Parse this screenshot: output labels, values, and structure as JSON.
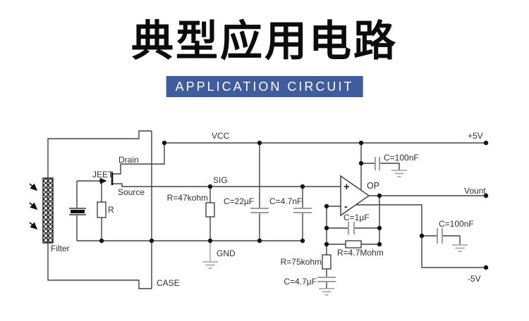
{
  "header": {
    "title": "典型应用电路",
    "subtitle": "APPLICATION CIRCUIT",
    "banner_color": "#3e5c9e",
    "title_color": "#0c0c0c"
  },
  "circuit": {
    "colors": {
      "wire": "#424242",
      "passive": "#9e9e9e",
      "junction": "#151515"
    },
    "power": {
      "vcc": "VCC",
      "pos_rail": "+5V",
      "neg_rail": "-5V"
    },
    "signals": {
      "sig": "SIG",
      "gnd": "GND",
      "case": "CASE",
      "output": "Vount"
    },
    "sensor": {
      "filter": "Filter",
      "transistor": "JEET",
      "drain": "Drain",
      "source": "Source",
      "internal_resistor": "R"
    },
    "opamp": {
      "name": "OP",
      "plus": "+",
      "minus": "-"
    },
    "components": {
      "r_source": "R=47kohm",
      "c_vcc": "C=22µF",
      "c_sig": "C=4.7nF",
      "c_decouple_pos": "C=100nF",
      "c_feedback": "C=1µF",
      "r_feedback": "R=4.7Mohm",
      "r_gain": "R=75kohm",
      "c_gain": "C=4.7µF",
      "c_decouple_neg": "C=100nF"
    }
  }
}
